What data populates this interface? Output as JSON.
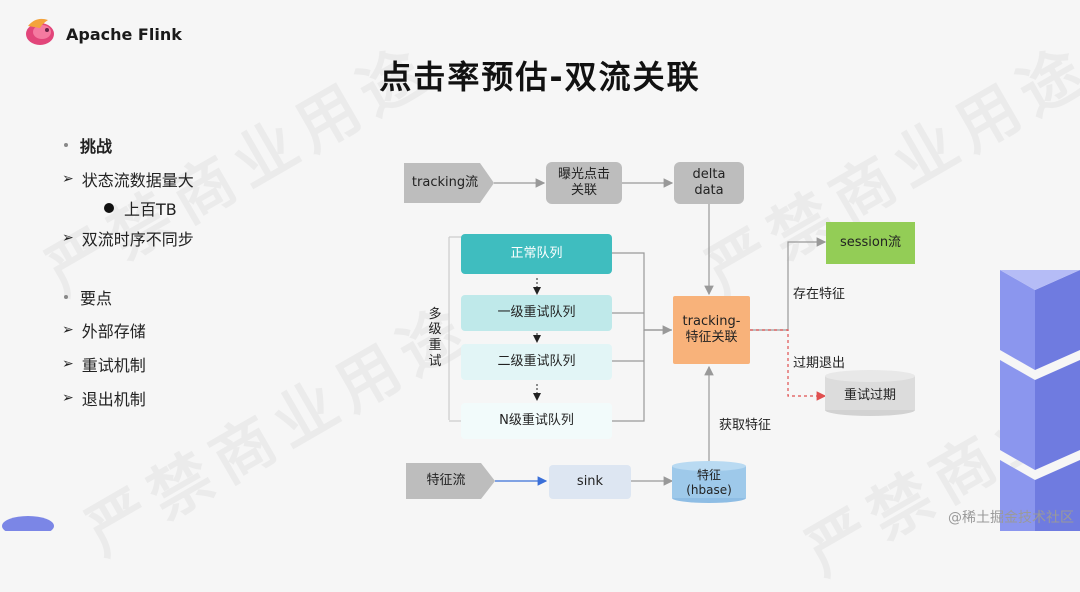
{
  "brand": {
    "name": "Apache Flink"
  },
  "title": "点击率预估-双流关联",
  "watermark": "严禁商业用途",
  "footer_watermark": "@稀土掘金技术社区",
  "left_panel": {
    "challenge_heading": "挑战",
    "challenges": [
      "状态流数据量大",
      "双流时序不同步"
    ],
    "challenge_sub": "上百TB",
    "keypoints_heading": "要点",
    "keypoints": [
      "外部存储",
      "重试机制",
      "退出机制"
    ]
  },
  "diagram": {
    "tracking_stream": "tracking流",
    "exposure_join": "曝光点击\n关联",
    "delta_data": "delta\ndata",
    "normal_queue": "正常队列",
    "retry_queue_1": "一级重试队列",
    "retry_queue_2": "二级重试队列",
    "retry_queue_n": "N级重试队列",
    "multi_retry": "多\n级\n重\n试",
    "feature_join": "tracking-\n特征关联",
    "session_stream": "session流",
    "has_feature": "存在特征",
    "expired_exit": "过期退出",
    "retry_expired": "重试过期",
    "get_feature": "获取特征",
    "feature_stream": "特征流",
    "sink": "sink",
    "feature_store": "特征\n(hbase)"
  },
  "colors": {
    "teal": "#3fbdbf",
    "orange": "#f8b27a",
    "green": "#93cd56",
    "grey": "#bdbdbd",
    "arrow": "#999999",
    "red_dashed": "#e05050",
    "blue_arrow": "#3a6fd8",
    "store_blue": "#9ec9ea"
  }
}
